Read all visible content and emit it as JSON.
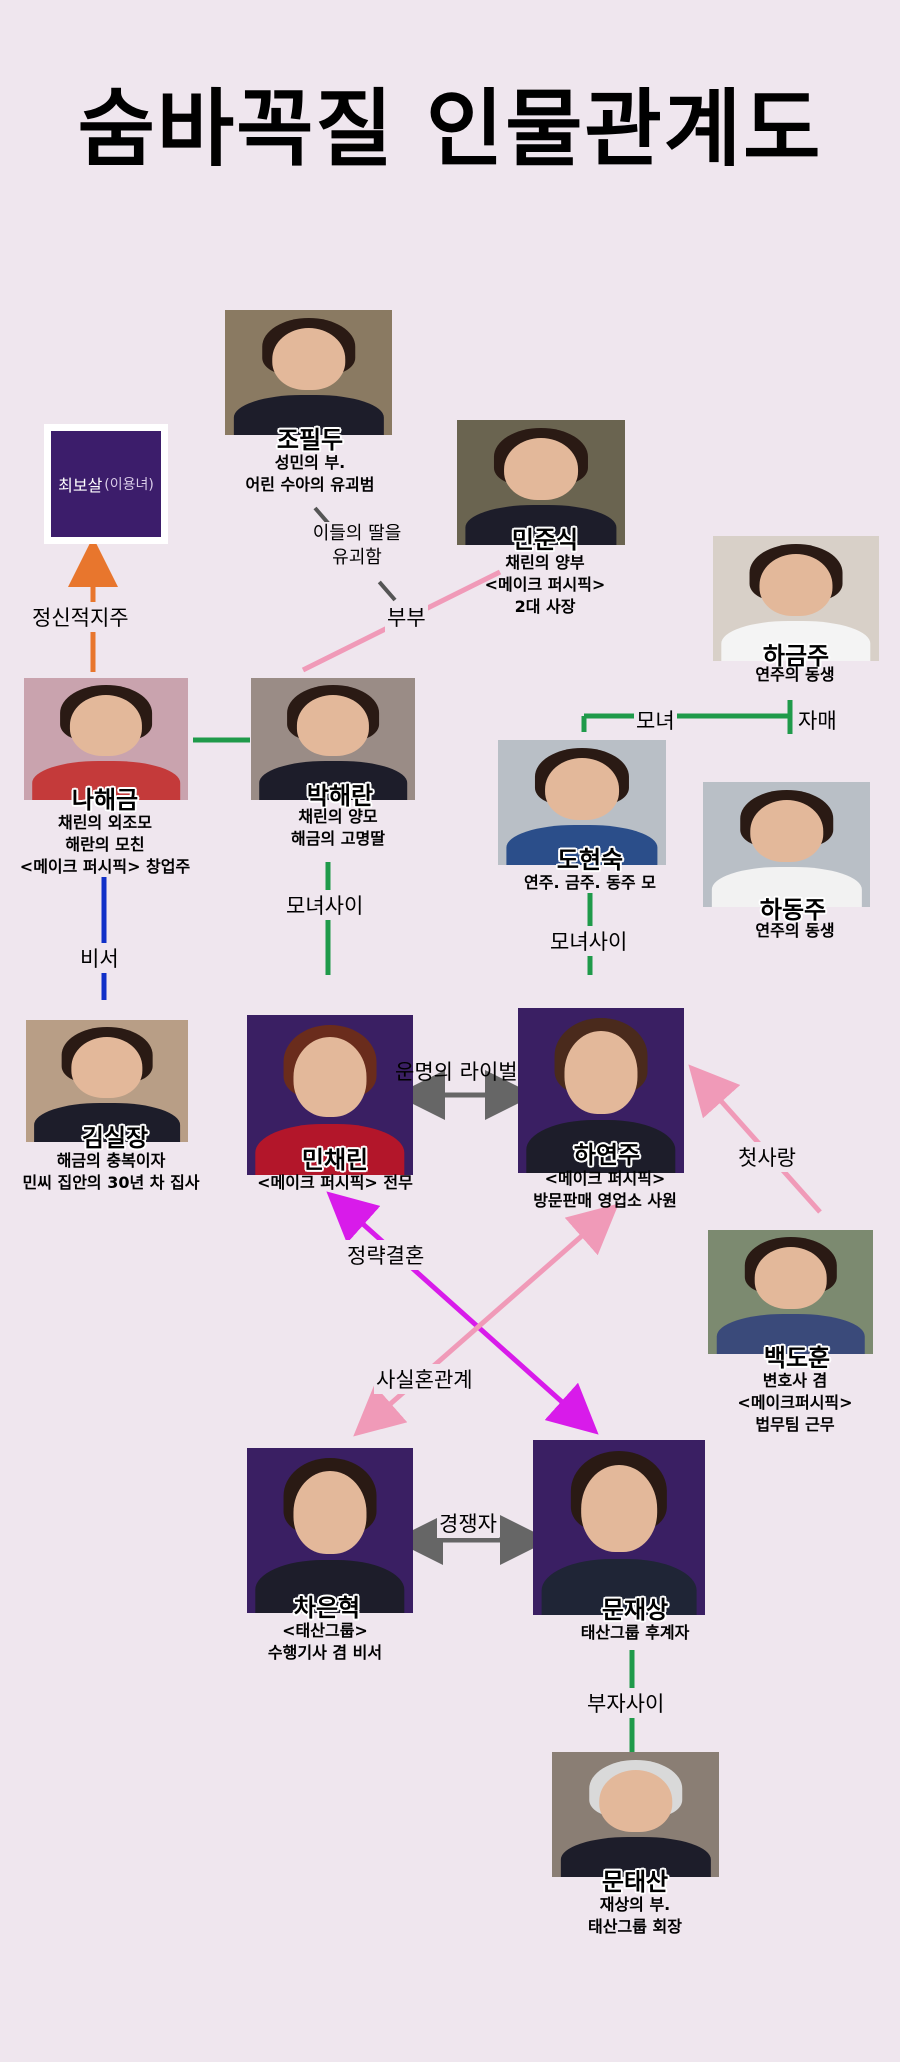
{
  "title": "숨바꼭질 인물관계도",
  "logo": {
    "main": "최보살",
    "sub": "(이용녀)"
  },
  "colors": {
    "green": "#1f9a4a",
    "orange": "#e8762d",
    "blue": "#1030c8",
    "pink": "#f09ab8",
    "magenta": "#d81bea",
    "gray": "#666666"
  },
  "characters": {
    "jo_pildu": {
      "name": "조필두",
      "desc": [
        "성민의 부.",
        "어린 수아의 유괴범"
      ]
    },
    "min_junsik": {
      "name": "민준식",
      "desc": [
        "채린의 양부",
        "<메이크 퍼시픽>",
        "2대 사장"
      ]
    },
    "ha_geumju": {
      "name": "하금주",
      "desc": [
        "연주의 동생"
      ]
    },
    "na_haegeum": {
      "name": "나해금",
      "desc": [
        "채린의 외조모",
        "해란의 모친",
        "<메이크 퍼시픽> 창업주"
      ]
    },
    "park_haeran": {
      "name": "박해란",
      "desc": [
        "채린의 양모",
        "해금의 고명딸"
      ]
    },
    "do_hyeonsuk": {
      "name": "도현숙",
      "desc": [
        "연주. 금주. 동주 모"
      ]
    },
    "ha_dongju": {
      "name": "하동주",
      "desc": [
        "연주의 동생"
      ]
    },
    "kim_siljang": {
      "name": "김실장",
      "desc": [
        "해금의 충복이자",
        "민씨 집안의 30년 차 집사"
      ]
    },
    "min_chaerin": {
      "name": "민채린",
      "desc": [
        "<메이크 퍼시픽> 전무"
      ]
    },
    "ha_yeonju": {
      "name": "하연주",
      "desc": [
        "<메이크 퍼시픽>",
        "방문판매 영업소 사원"
      ]
    },
    "baek_dohun": {
      "name": "백도훈",
      "desc": [
        "변호사 겸",
        "<메이크퍼시픽>",
        "법무팀 근무"
      ]
    },
    "cha_eunhyeok": {
      "name": "차은혁",
      "desc": [
        "<태산그룹>",
        "수행기사 겸 비서"
      ]
    },
    "mun_jaesang": {
      "name": "문재상",
      "desc": [
        "태산그룹 후계자"
      ]
    },
    "mun_taesan": {
      "name": "문태산",
      "desc": [
        "재상의 부.",
        "태산그룹 회장"
      ]
    }
  },
  "relations": {
    "kidnap": [
      "이들의 딸을",
      "유괴함"
    ],
    "couple": "부부",
    "mentor": "정신적지주",
    "secretary": "비서",
    "mother_daughter_1": "모녀사이",
    "mother_daughter_2": "모녀사이",
    "mother_daughter_3": "모녀",
    "sisters": "자매",
    "rivals": "운명의 라이벌",
    "first_love": "첫사랑",
    "political_marriage": "정략결혼",
    "common_law": "사실혼관계",
    "competitors": "경쟁자",
    "father_son": "부자사이"
  }
}
